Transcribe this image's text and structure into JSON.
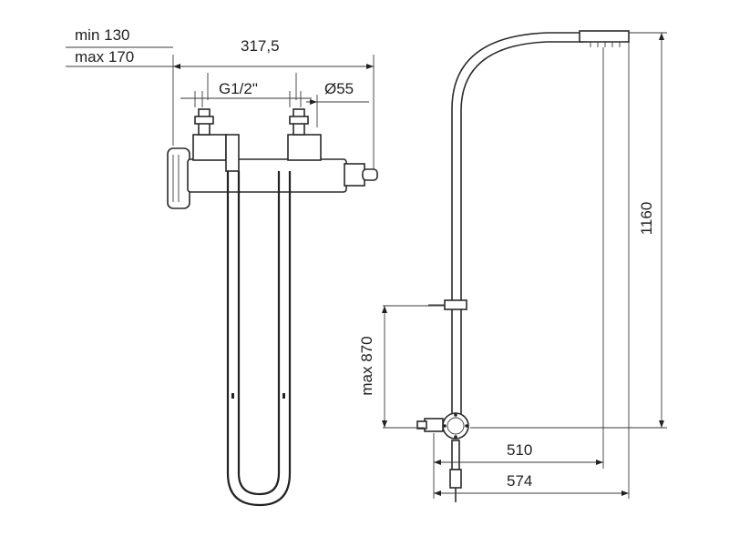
{
  "left_view": {
    "min_depth": "min 130",
    "max_depth": "max 170",
    "width": "317,5",
    "thread": "G1/2\"",
    "diameter": "Ø55"
  },
  "right_view": {
    "height": "1160",
    "max_height": "max 870",
    "depth_inner": "510",
    "depth_outer": "574"
  }
}
